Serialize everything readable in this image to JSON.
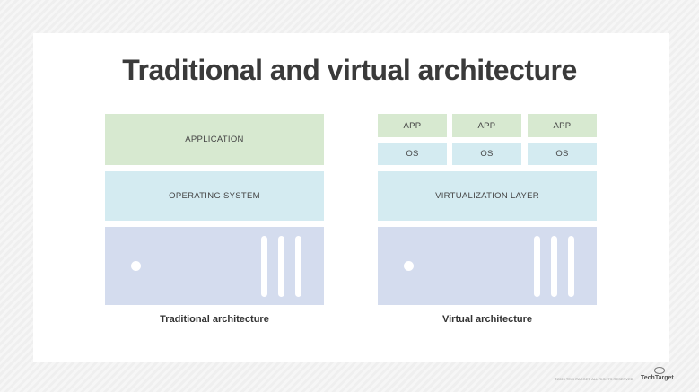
{
  "title": "Traditional and virtual architecture",
  "traditional": {
    "application": "APPLICATION",
    "os": "OPERATING SYSTEM",
    "caption": "Traditional architecture"
  },
  "virtual": {
    "apps": [
      "APP",
      "APP",
      "APP"
    ],
    "oses": [
      "OS",
      "OS",
      "OS"
    ],
    "layer": "VIRTUALIZATION LAYER",
    "caption": "Virtual architecture"
  },
  "footer": {
    "copyright": "©2020 TECHTARGET. ALL RIGHTS RESERVED",
    "brand": "TechTarget"
  }
}
